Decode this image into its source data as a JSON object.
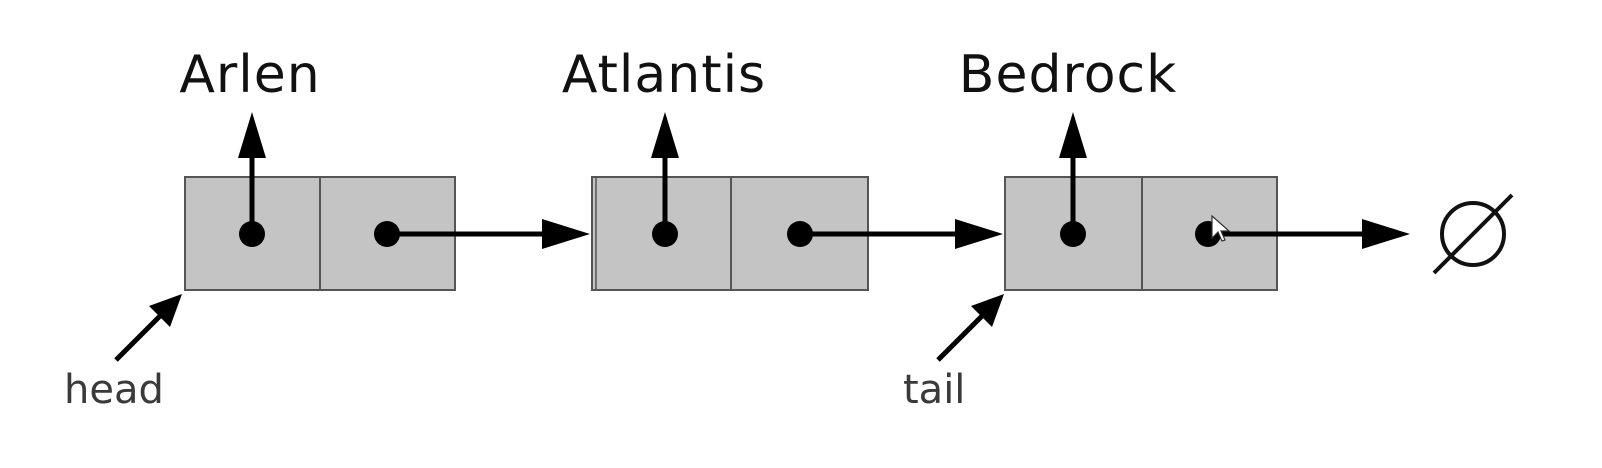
{
  "diagram": {
    "nodes": [
      {
        "element": "Arlen"
      },
      {
        "element": "Atlantis"
      },
      {
        "element": "Bedrock"
      }
    ],
    "head_label": "head",
    "tail_label": "tail",
    "null_symbol": "∅",
    "colors": {
      "cell_fill": "#c4c4c4",
      "cell_stroke": "#555555",
      "arrow": "#000000",
      "text": "#111111"
    }
  }
}
